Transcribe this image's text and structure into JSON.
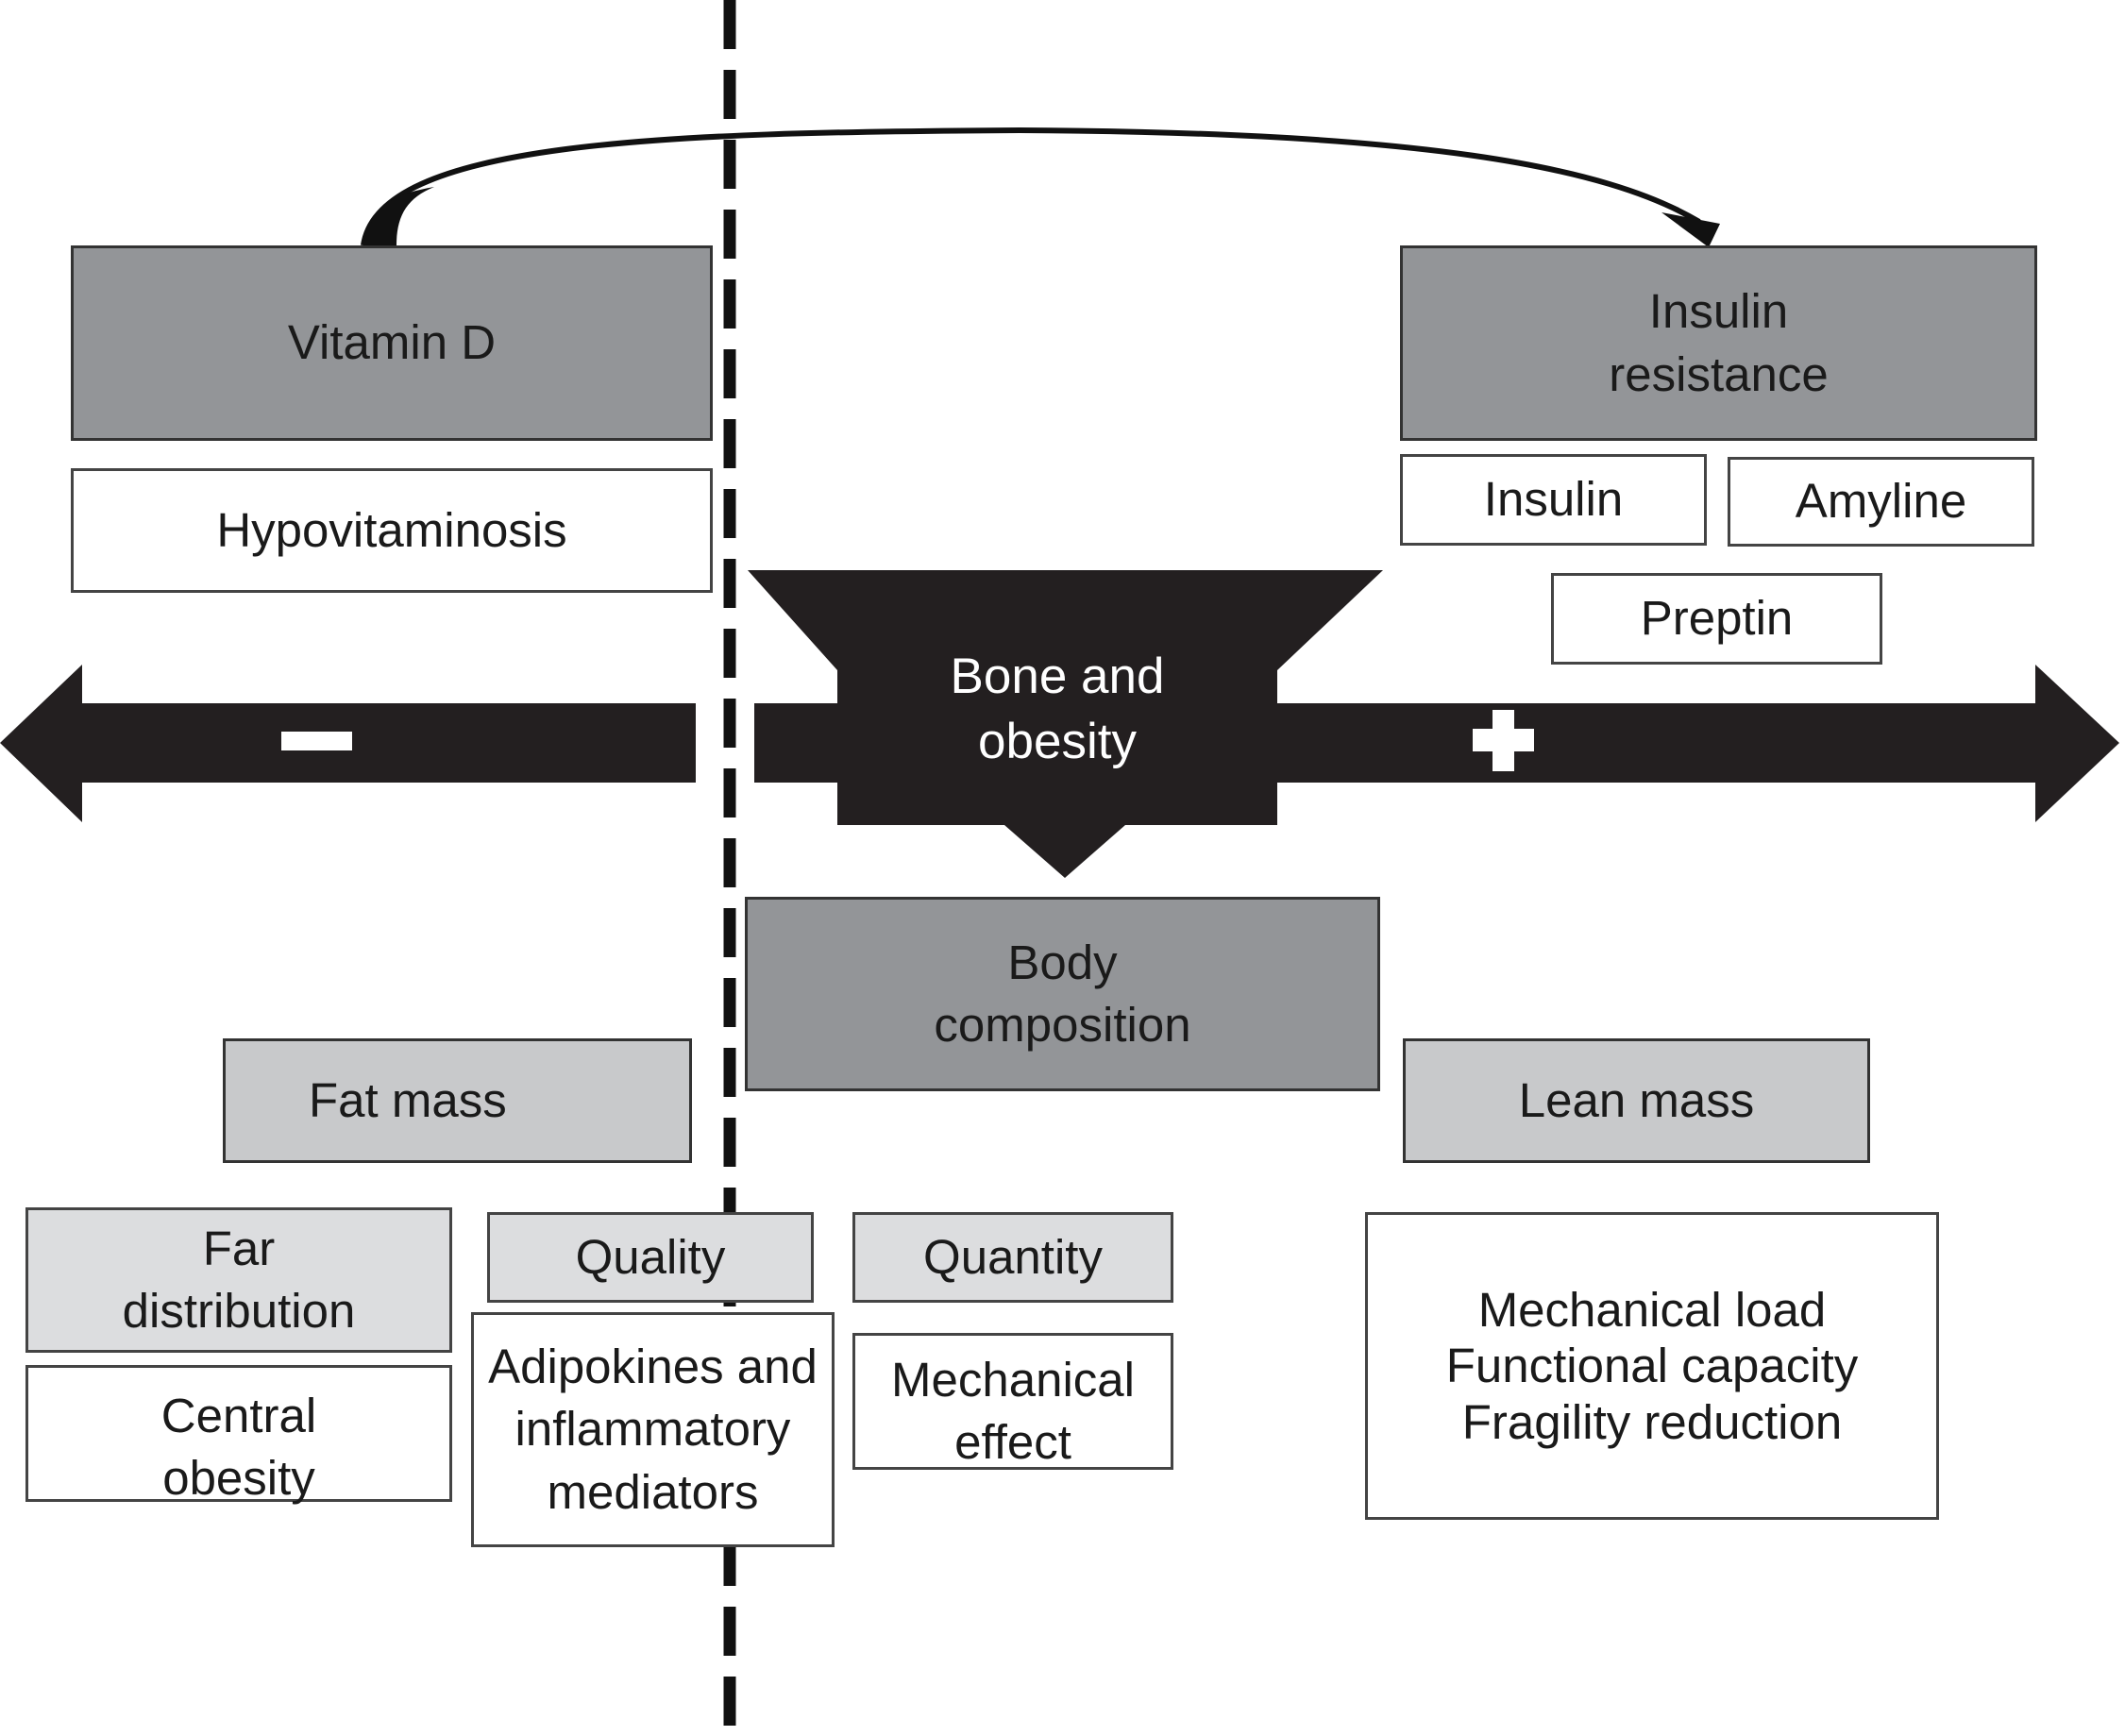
{
  "diagram": {
    "center": {
      "label": "Bone and\nobesity"
    },
    "axis": {
      "negative_symbol": "minus",
      "positive_symbol": "plus"
    },
    "connector": {
      "from": "Vitamin D",
      "to": "Insulin resistance"
    },
    "vitamin_d": {
      "title": "Vitamin D",
      "detail": "Hypovitaminosis"
    },
    "insulin_resistance": {
      "title": "Insulin\nresistance",
      "items": [
        "Insulin",
        "Amyline",
        "Preptin"
      ]
    },
    "body_composition": {
      "title": "Body\ncomposition"
    },
    "fat_mass": {
      "title": "Fat mass",
      "distribution": {
        "title": "Far\ndistribution",
        "detail": "Central\nobesity"
      },
      "quality": {
        "title": "Quality",
        "detail": "Adipokines and\ninflammatory\nmediators"
      },
      "quantity": {
        "title": "Quantity",
        "detail": "Mechanical\neffect"
      }
    },
    "lean_mass": {
      "title": "Lean mass",
      "detail": "Mechanical load\nFunctional capacity\nFragility reduction"
    },
    "colors": {
      "dark_box": "#939598",
      "mid_box": "#c8c9cb",
      "light_box": "#dcdddf",
      "arrow": "#231f20"
    }
  }
}
